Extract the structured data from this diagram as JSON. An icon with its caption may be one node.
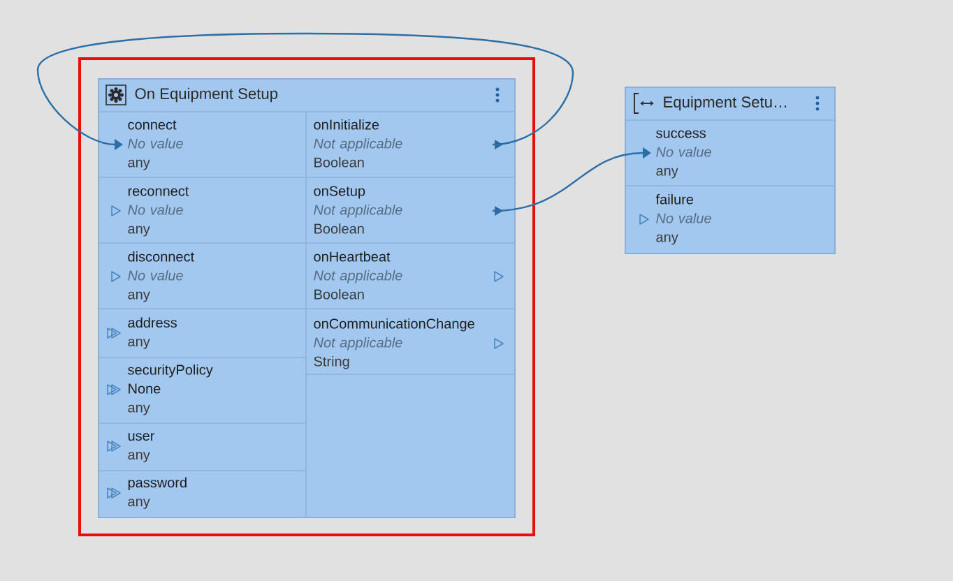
{
  "diagram": {
    "nodes": [
      {
        "text": [
          "On Equipment Setup"
        ]
      },
      {
        "text": [
          "connect",
          "No value",
          "any"
        ],
        "in": 0
      },
      {
        "text": [
          "reconnect",
          "No value",
          "any"
        ],
        "in": 0
      },
      {
        "text": [
          "disconnect",
          "No value",
          "any"
        ],
        "in": 0
      },
      {
        "text": [
          "address",
          "any"
        ],
        "in": 0
      },
      {
        "text": [
          "securityPolicy",
          "None",
          "any"
        ],
        "in": 0
      },
      {
        "text": [
          "user",
          "any"
        ],
        "in": 0
      },
      {
        "text": [
          "password",
          "any"
        ],
        "in": 0
      },
      {
        "text": [
          "onInitialize",
          "Not applicable",
          "Boolean"
        ],
        "in": 0
      },
      {
        "text": [
          "onSetup",
          "Not applicable",
          "Boolean"
        ],
        "in": 0
      },
      {
        "text": [
          "onHeartbeat",
          "Not applicable",
          "Boolean"
        ],
        "in": 0
      },
      {
        "text": [
          "onCommunicationChange",
          "Not applicable",
          "String"
        ],
        "in": 0
      },
      {
        "text": [
          "Equipment Setu…"
        ]
      },
      {
        "text": [
          "success",
          "No value",
          "any"
        ],
        "in": 12
      },
      {
        "text": [
          "failure",
          "No value",
          "any"
        ],
        "in": 12
      }
    ],
    "edges": [
      {
        "from": 8,
        "to": 1,
        "arrow": "to"
      },
      {
        "from": 9,
        "to": 13,
        "arrow": "to"
      }
    ]
  }
}
